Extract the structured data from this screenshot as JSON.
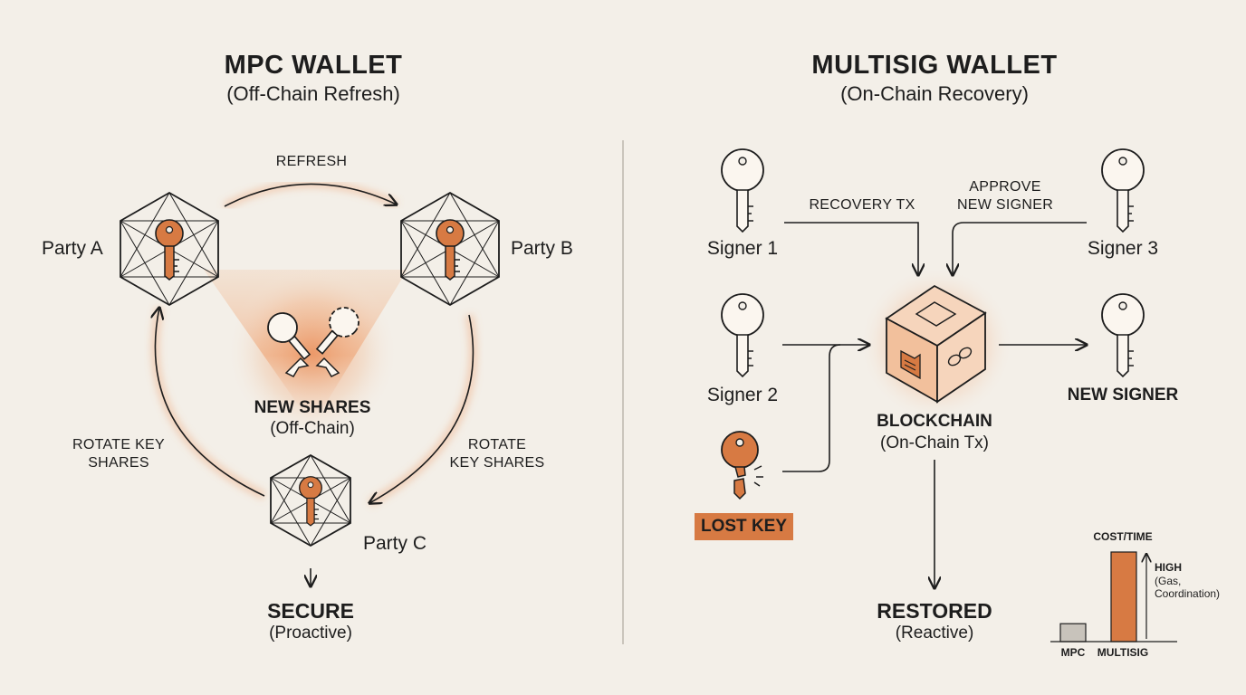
{
  "mpc": {
    "title": "MPC WALLET",
    "subtitle": "(Off-Chain Refresh)",
    "refresh_label": "REFRESH",
    "party_a": "Party A",
    "party_b": "Party B",
    "party_c": "Party C",
    "new_shares_title": "NEW SHARES",
    "new_shares_sub": "(Off-Chain)",
    "rotate_left": [
      "ROTATE KEY",
      "SHARES"
    ],
    "rotate_right": [
      "ROTATE",
      "KEY SHARES"
    ],
    "result_title": "SECURE",
    "result_sub": "(Proactive)"
  },
  "multisig": {
    "title": "MULTISIG WALLET",
    "subtitle": "(On-Chain Recovery)",
    "signer_1": "Signer 1",
    "signer_2": "Signer 2",
    "signer_3": "Signer 3",
    "recovery_tx": "RECOVERY TX",
    "approve": [
      "APPROVE",
      "NEW SIGNER"
    ],
    "blockchain_title": "BLOCKCHAIN",
    "blockchain_sub": "(On-Chain Tx)",
    "new_signer": "NEW SIGNER",
    "lost_key": "LOST KEY",
    "result_title": "RESTORED",
    "result_sub": "(Reactive)"
  },
  "cost_chart": {
    "title": "COST/TIME",
    "high_label": "HIGH",
    "high_note": [
      "(Gas,",
      "Coordination)"
    ],
    "categories": [
      "MPC",
      "MULTISIG"
    ],
    "values": [
      0.2,
      1.0
    ]
  },
  "colors": {
    "accent": "#d77a43",
    "line": "#1d1d1d",
    "background": "#f3efe8",
    "bar_mpc": "#c8c3bb"
  }
}
